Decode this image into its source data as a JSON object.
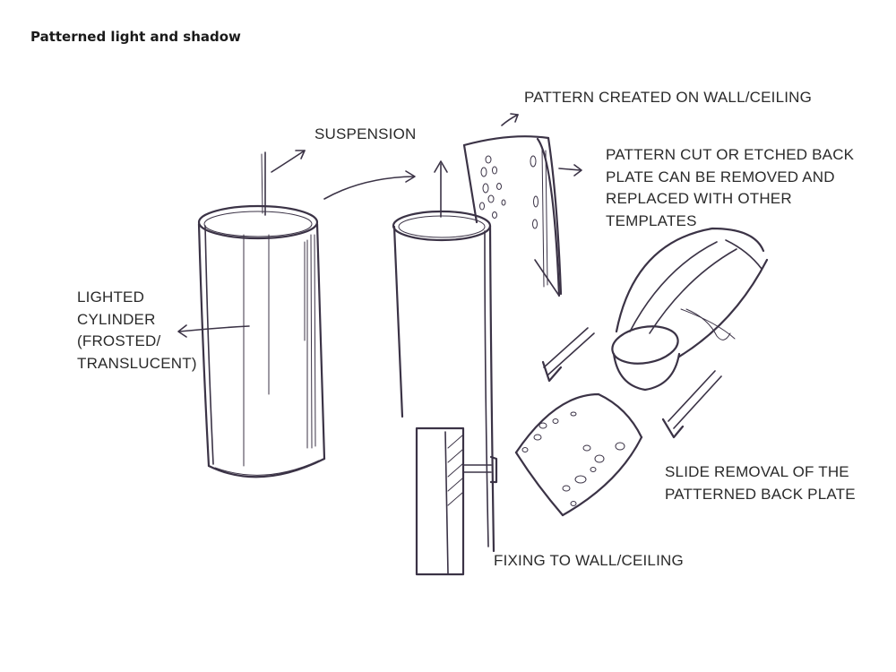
{
  "title": "Patterned light and shadow",
  "labels": {
    "suspension": "SUSPENSION",
    "pattern_wall": "PATTERN CREATED ON WALL/CEILING",
    "back_plate": [
      "PATTERN CUT OR ETCHED BACK",
      "PLATE CAN BE REMOVED AND",
      "REPLACED WITH OTHER",
      "TEMPLATES"
    ],
    "lighted_cylinder": [
      "LIGHTED",
      "CYLINDER",
      "(FROSTED/",
      "TRANSLUCENT)"
    ],
    "slide_removal": [
      "SLIDE REMOVAL OF THE",
      "PATTERNED BACK PLATE"
    ],
    "fixing": "FIXING TO WALL/CEILING"
  },
  "colors": {
    "ink": "#3b3346",
    "text": "#2a2a2a",
    "paper": "#ffffff"
  }
}
